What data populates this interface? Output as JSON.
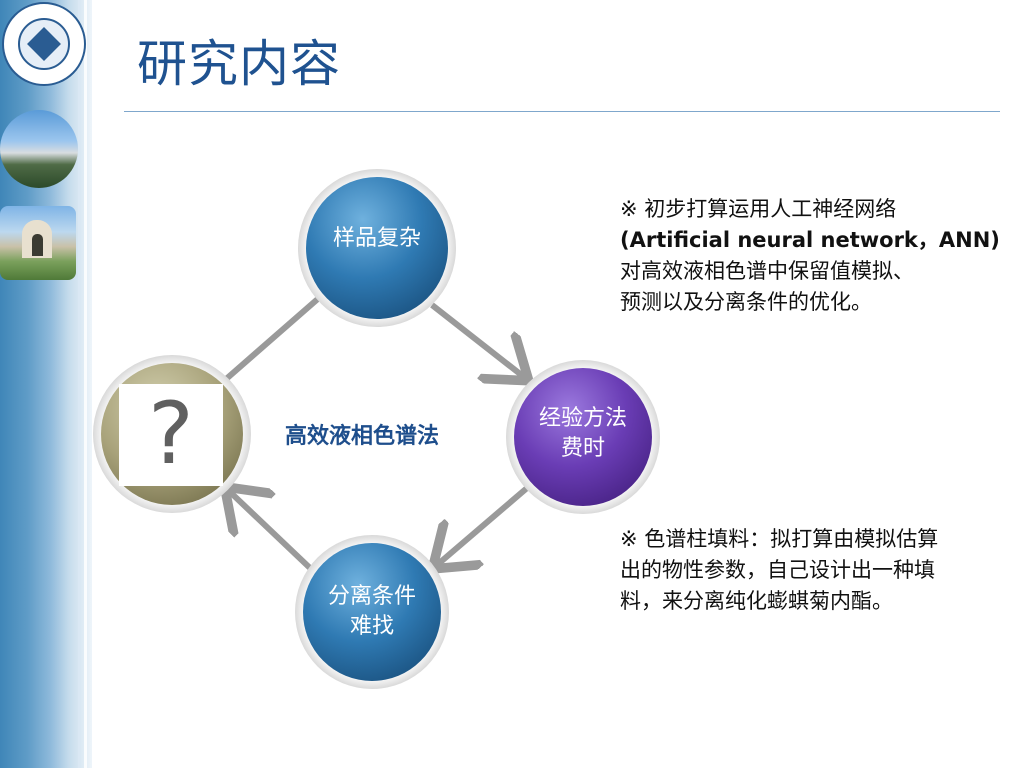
{
  "title": "研究内容",
  "center_label": "高效液相色谱法",
  "nodes": {
    "top": "样品复杂",
    "right_line1": "经验方法",
    "right_line2": "费时",
    "bottom_line1": "分离条件",
    "bottom_line2": "难找",
    "left_symbol": "?"
  },
  "note1": {
    "line1": "※ 初步打算运用人工神经网络",
    "line2": "(Artificial neural network，ANN)",
    "line3": "对高效液相色谱中保留值模拟、",
    "line4": "预测以及分离条件的优化。"
  },
  "note2": {
    "line1": "※ 色谱柱填料：拟打算由模拟估算",
    "line2": "出的物性参数，自己设计出一种填",
    "line3": "料，来分离纯化蟛蜞菊内酯。"
  },
  "colors": {
    "title": "#1f5290",
    "blue_node": "#3a7fb3",
    "purple_node": "#6b3fb6",
    "olive_node": "#a8a37c",
    "arrow": "#9a9a9a"
  },
  "icons": [
    "university-logo",
    "campus-lake-photo",
    "campus-gate-photo",
    "question-mark-icon"
  ]
}
